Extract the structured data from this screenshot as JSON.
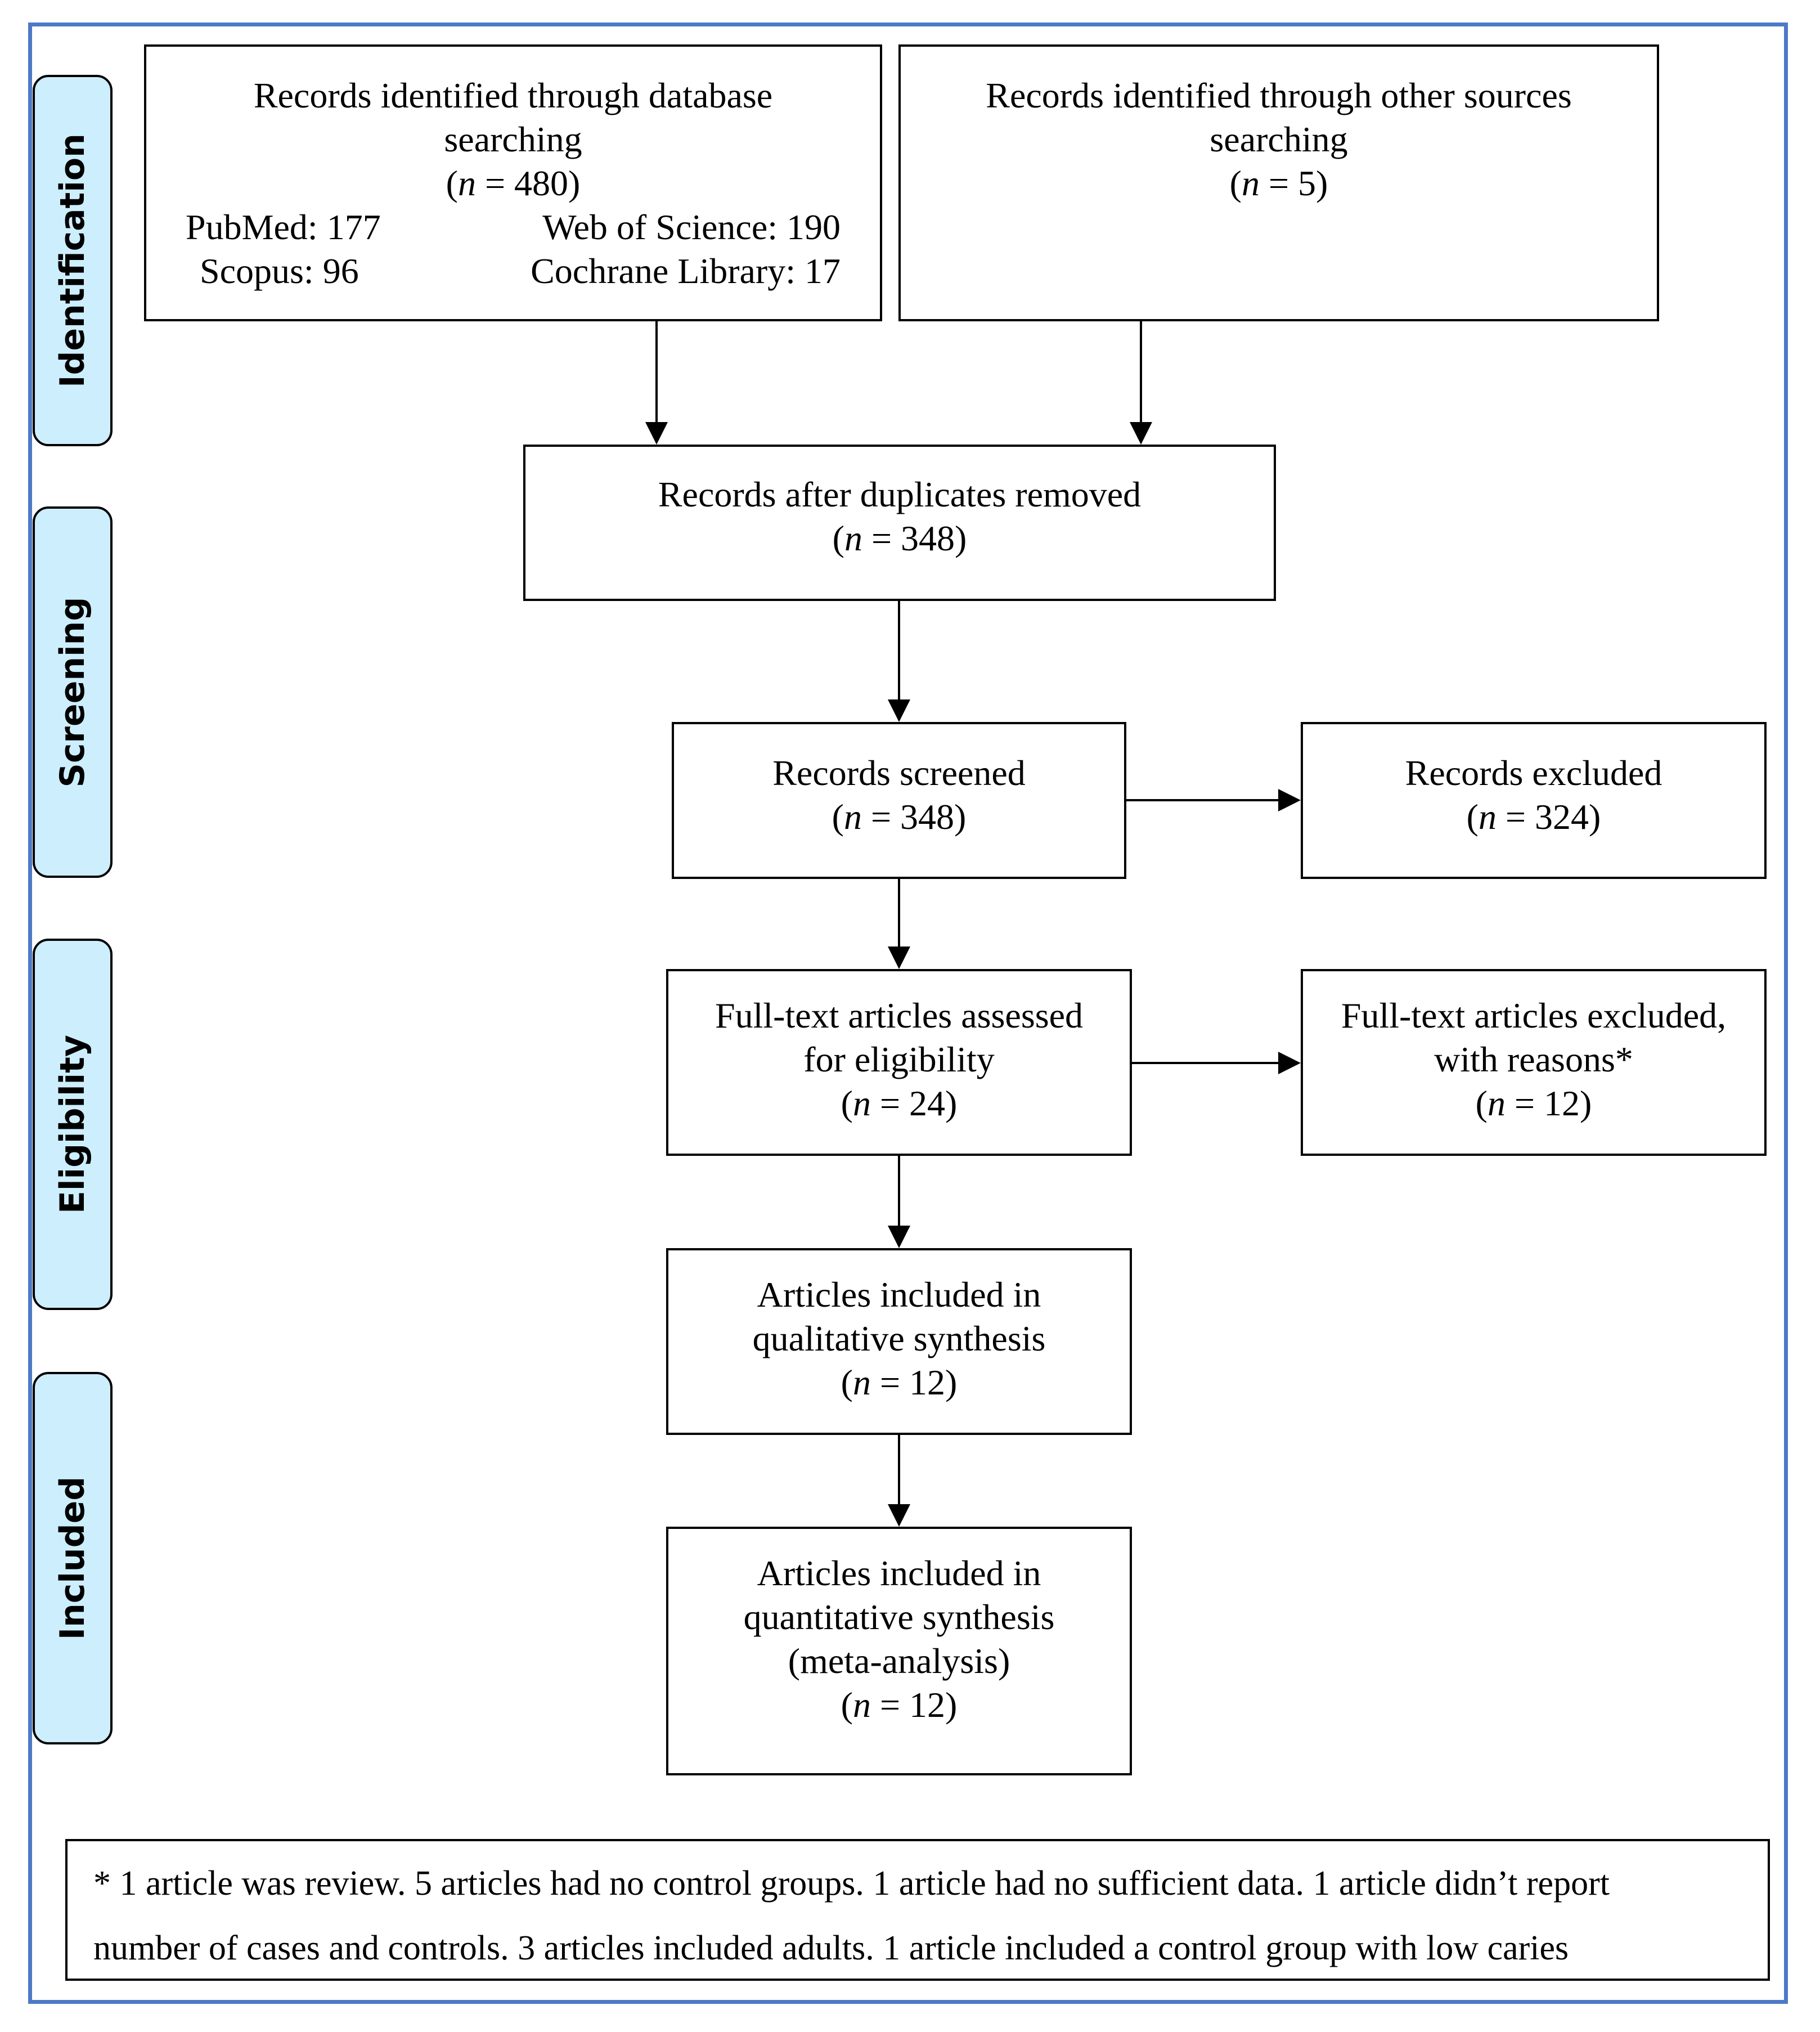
{
  "stages": {
    "identification": "Identification",
    "screening": "Screening",
    "eligibility": "Eligibility",
    "included": "Included"
  },
  "boxes": {
    "database": {
      "line1": "Records identified through database",
      "line2": "searching",
      "n_symbol": "n",
      "n_value": " = 480)",
      "pubmed": "PubMed: 177",
      "wos": "Web of Science: 190",
      "scopus": "Scopus: 96",
      "cochrane": "Cochrane Library: 17"
    },
    "other": {
      "line1": "Records identified through other sources",
      "line2": "searching",
      "n_symbol": "n",
      "n_value": " = 5)"
    },
    "duplicates": {
      "line1": "Records after duplicates removed",
      "n_symbol": "n",
      "n_value": " = 348)"
    },
    "screened": {
      "line1": "Records screened",
      "n_symbol": "n",
      "n_value": " = 348)"
    },
    "excluded": {
      "line1": "Records excluded",
      "n_symbol": "n",
      "n_value": " = 324)"
    },
    "fulltext": {
      "line1": "Full-text articles assessed",
      "line2": "for eligibility",
      "n_symbol": "n",
      "n_value": " = 24)"
    },
    "fulltext_excluded": {
      "line1": "Full-text articles excluded,",
      "line2": "with reasons*",
      "n_symbol": "n",
      "n_value": " = 12)"
    },
    "qualitative": {
      "line1": "Articles included in",
      "line2": "qualitative synthesis",
      "n_symbol": "n",
      "n_value": " = 12)"
    },
    "quantitative": {
      "line1": "Articles included in",
      "line2": "quantitative synthesis",
      "line3": "(meta-analysis)",
      "n_symbol": "n",
      "n_value": " = 12)"
    }
  },
  "footnote": {
    "line1": "* 1 article was review. 5 articles had no control groups. 1 article had no sufficient data. 1 article didn’t report",
    "line2": "number of cases and controls. 3 articles included adults. 1 article included a control group with low caries"
  }
}
